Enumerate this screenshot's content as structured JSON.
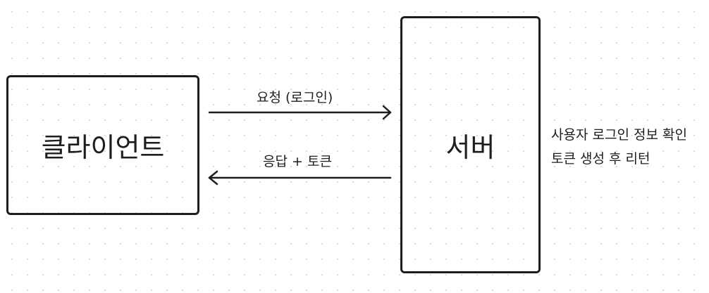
{
  "nodes": {
    "client": {
      "label": "클라이언트"
    },
    "server": {
      "label": "서버"
    }
  },
  "edges": {
    "request": {
      "label": "요청 (로그인)"
    },
    "response": {
      "label": "응답 + 토큰"
    }
  },
  "note": {
    "line1": "사용자 로그인 정보 확인",
    "line2": "토큰 생성 후 리턴"
  },
  "colors": {
    "stroke": "#1e1e1e",
    "background": "#ffffff",
    "grid_dot": "#d9d9d9"
  }
}
